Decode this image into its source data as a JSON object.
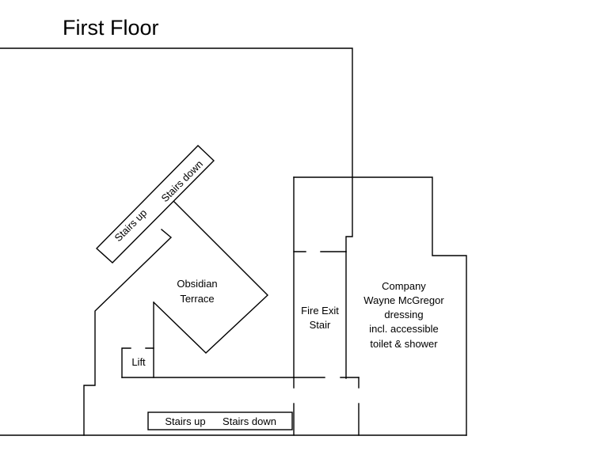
{
  "title": "First Floor",
  "labels": {
    "stairs_up_upper": "Stairs up",
    "stairs_down_upper": "Stairs down",
    "obsidian_terrace_line1": "Obsidian",
    "obsidian_terrace_line2": "Terrace",
    "fire_exit_line1": "Fire Exit",
    "fire_exit_line2": "Stair",
    "dressing_line1": "Company",
    "dressing_line2": "Wayne McGregor",
    "dressing_line3": "dressing",
    "dressing_line4": "incl. accessible",
    "dressing_line5": "toilet & shower",
    "lift": "Lift",
    "stairs_up_lower": "Stairs up",
    "stairs_down_lower": "Stairs down"
  },
  "colors": {
    "wall": "#000000",
    "background": "#ffffff",
    "text": "#000000"
  }
}
